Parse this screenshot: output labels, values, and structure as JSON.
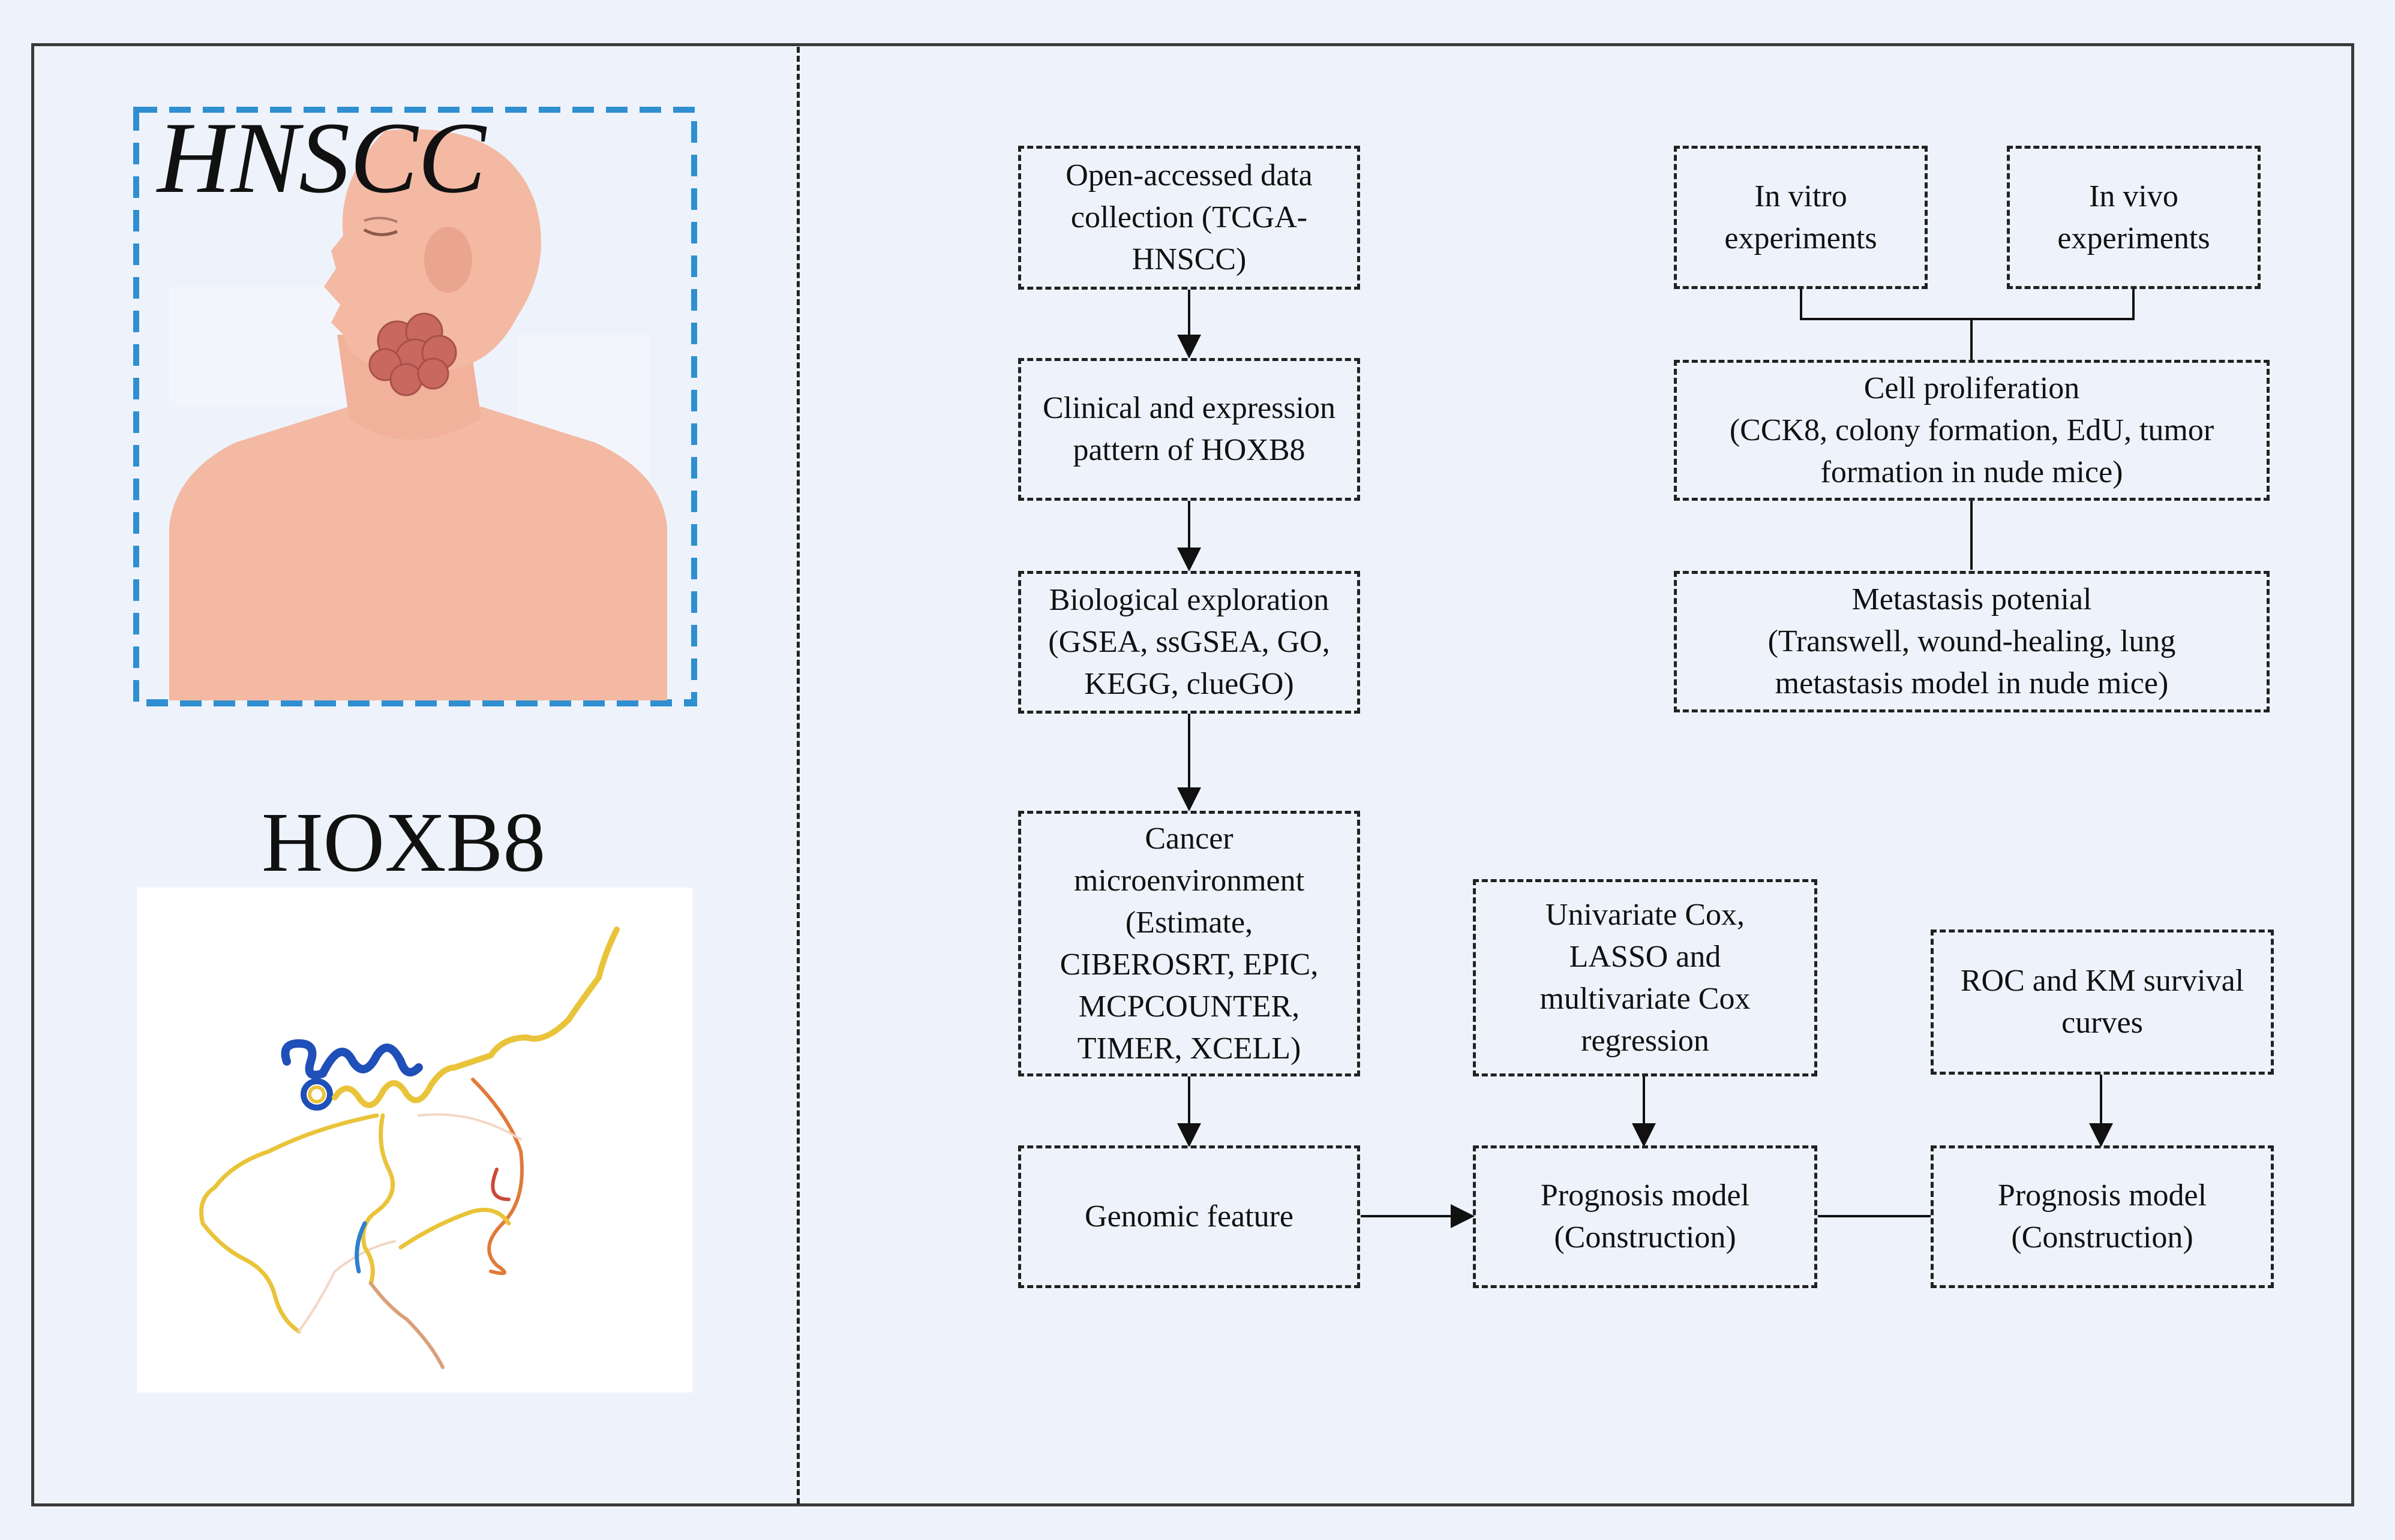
{
  "left_panel": {
    "disease_label": "HNSCC",
    "gene_label": "HOXB8",
    "illustration_icon": "head-neck-tumor-illustration",
    "protein_icon": "protein-structure-ribbon"
  },
  "nodes": {
    "data_collection": "Open-accessed data\ncollection (TCGA-\nHNSCC)",
    "clinical_expression": "Clinical and expression\npattern of HOXB8",
    "biological_exploration": "Biological exploration\n(GSEA, ssGSEA, GO,\nKEGG, clueGO)",
    "cancer_microenvironment": "Cancer\nmicroenvironment\n(Estimate,\nCIBEROSRT, EPIC,\nMCPCOUNTER,\nTIMER, XCELL)",
    "genomic_feature": "Genomic feature",
    "cox_regression": "Univariate Cox,\nLASSO and\nmultivariate Cox\nregression",
    "prognosis_model_1": "Prognosis model\n(Construction)",
    "roc_km": "ROC and KM survival\ncurves",
    "prognosis_model_2": "Prognosis model\n(Construction)",
    "in_vitro": "In vitro\nexperiments",
    "in_vivo": "In vivo\nexperiments",
    "cell_proliferation": "Cell proliferation\n(CCK8, colony formation, EdU, tumor\nformation in nude mice)",
    "metastasis": "Metastasis potenial\n(Transwell, wound-healing, lung\nmetastasis model in nude mice)"
  },
  "colors": {
    "background": "#eef3fb",
    "dash_box": "#2f8fd0",
    "skin": "#f3b9a3",
    "tumor": "#c9685f",
    "line": "#111111"
  }
}
